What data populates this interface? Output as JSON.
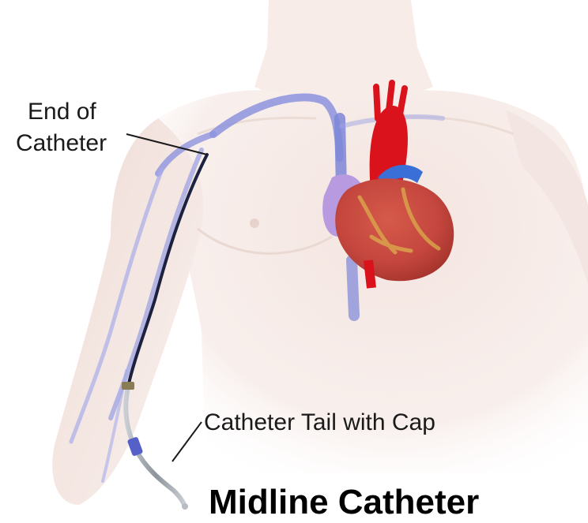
{
  "labels": {
    "end_of_catheter_line1": "End of",
    "end_of_catheter_line2": "Catheter",
    "catheter_tail": "Catheter Tail with Cap"
  },
  "title": "Midline Catheter",
  "colors": {
    "skin": "#f6ebe7",
    "skin_shadow": "#ead8d2",
    "vein": "#8d93de",
    "vein_dark": "#5b63c9",
    "catheter": "#1c2140",
    "aorta": "#d9121c",
    "heart": "#c9453c",
    "heart_fat": "#d8a24a",
    "atrium": "#b79adf",
    "pulmonary": "#3b6fd8",
    "tail": "#9aa0a8",
    "cap": "#5560c8"
  }
}
